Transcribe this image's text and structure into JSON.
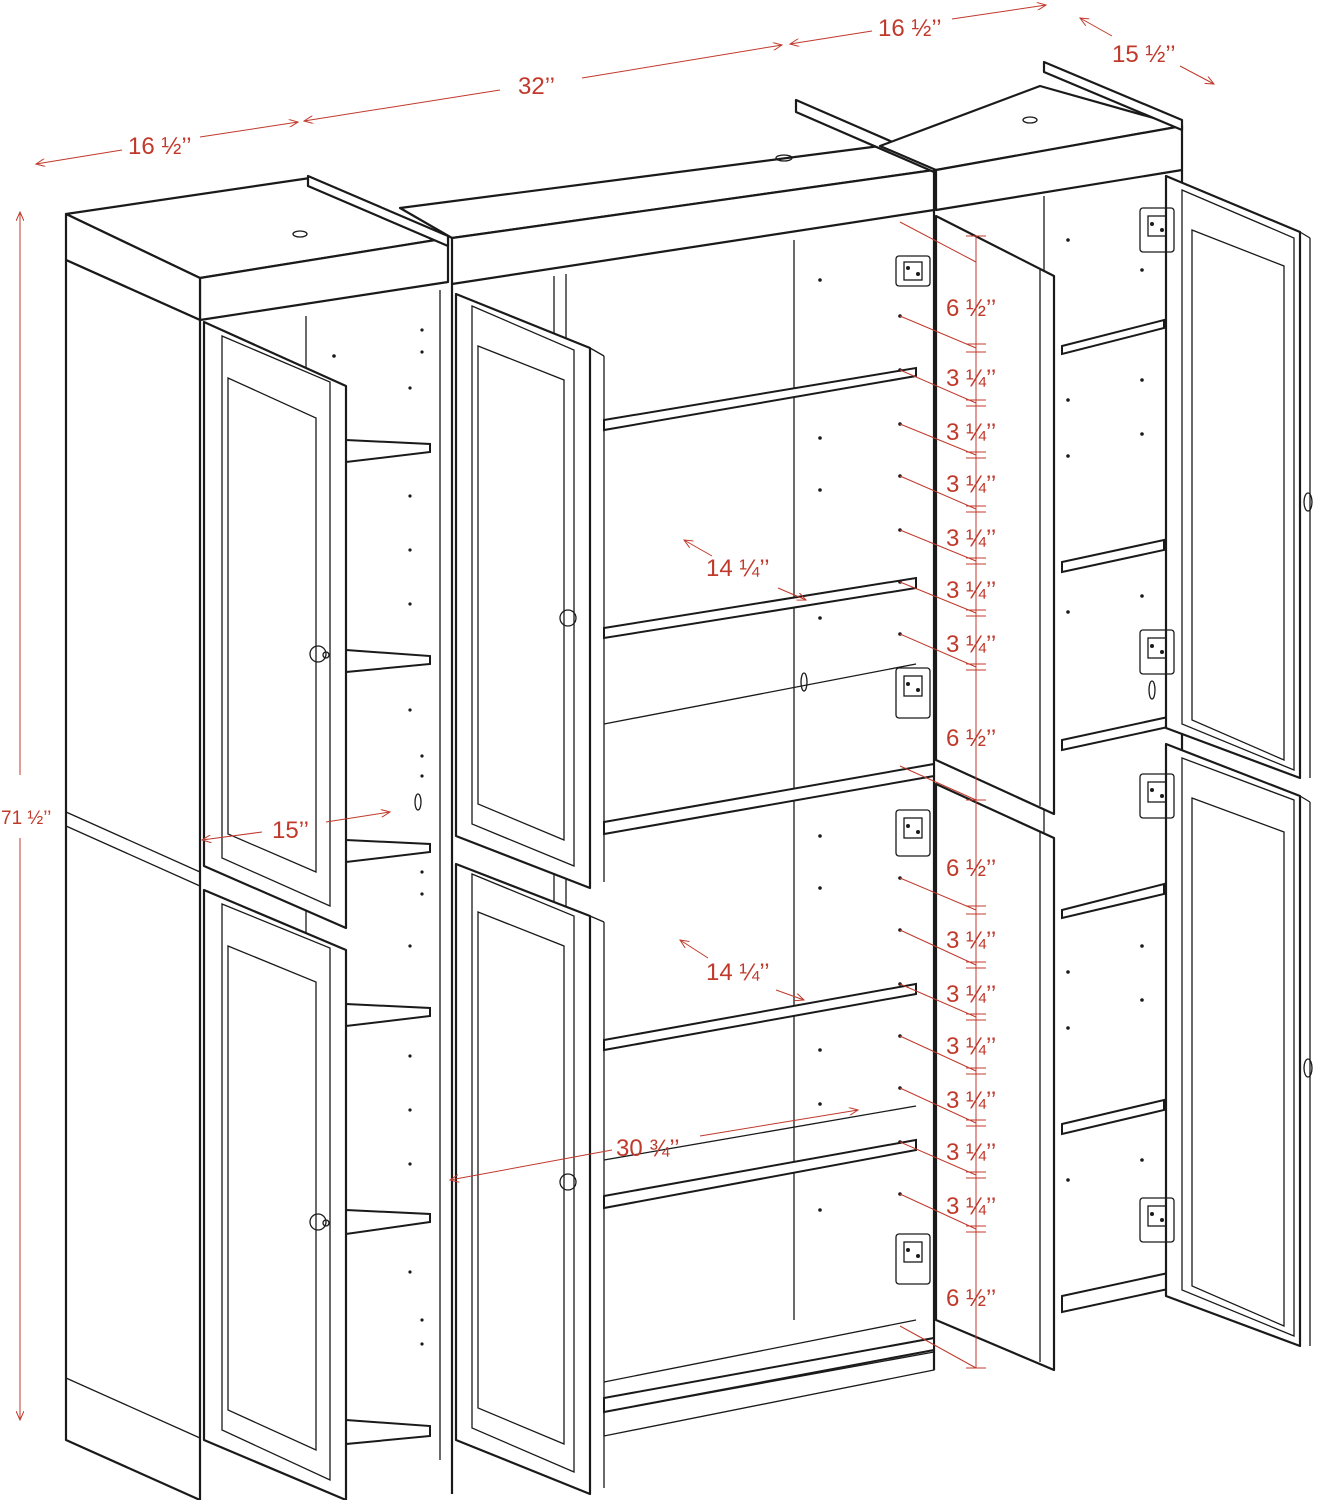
{
  "colors": {
    "outline": "#1a1a1a",
    "dimension": "#c0392b",
    "background": "#ffffff"
  },
  "dimensions": {
    "left_width": "16 ½’’",
    "middle_width": "32’’",
    "right_width": "16 ½’’",
    "depth": "15 ½’’",
    "total_height": "71 ½’’",
    "inner_depth": "15’’",
    "middle_inner_width": "30 ¾’’",
    "shelf_depth_upper": "14 ¼’’",
    "shelf_depth_lower": "14 ¼’’",
    "shelf_spacing_upper": [
      "6 ½’’",
      "3 ¼’’",
      "3 ¼’’",
      "3 ¼’’",
      "3 ¼’’",
      "3 ¼’’",
      "3 ¼’’",
      "6 ½’’"
    ],
    "shelf_spacing_lower": [
      "6 ½’’",
      "3 ¼’’",
      "3 ¼’’",
      "3 ¼’’",
      "3 ¼’’",
      "3 ¼’’",
      "3 ¼’’",
      "6 ½’’"
    ]
  }
}
